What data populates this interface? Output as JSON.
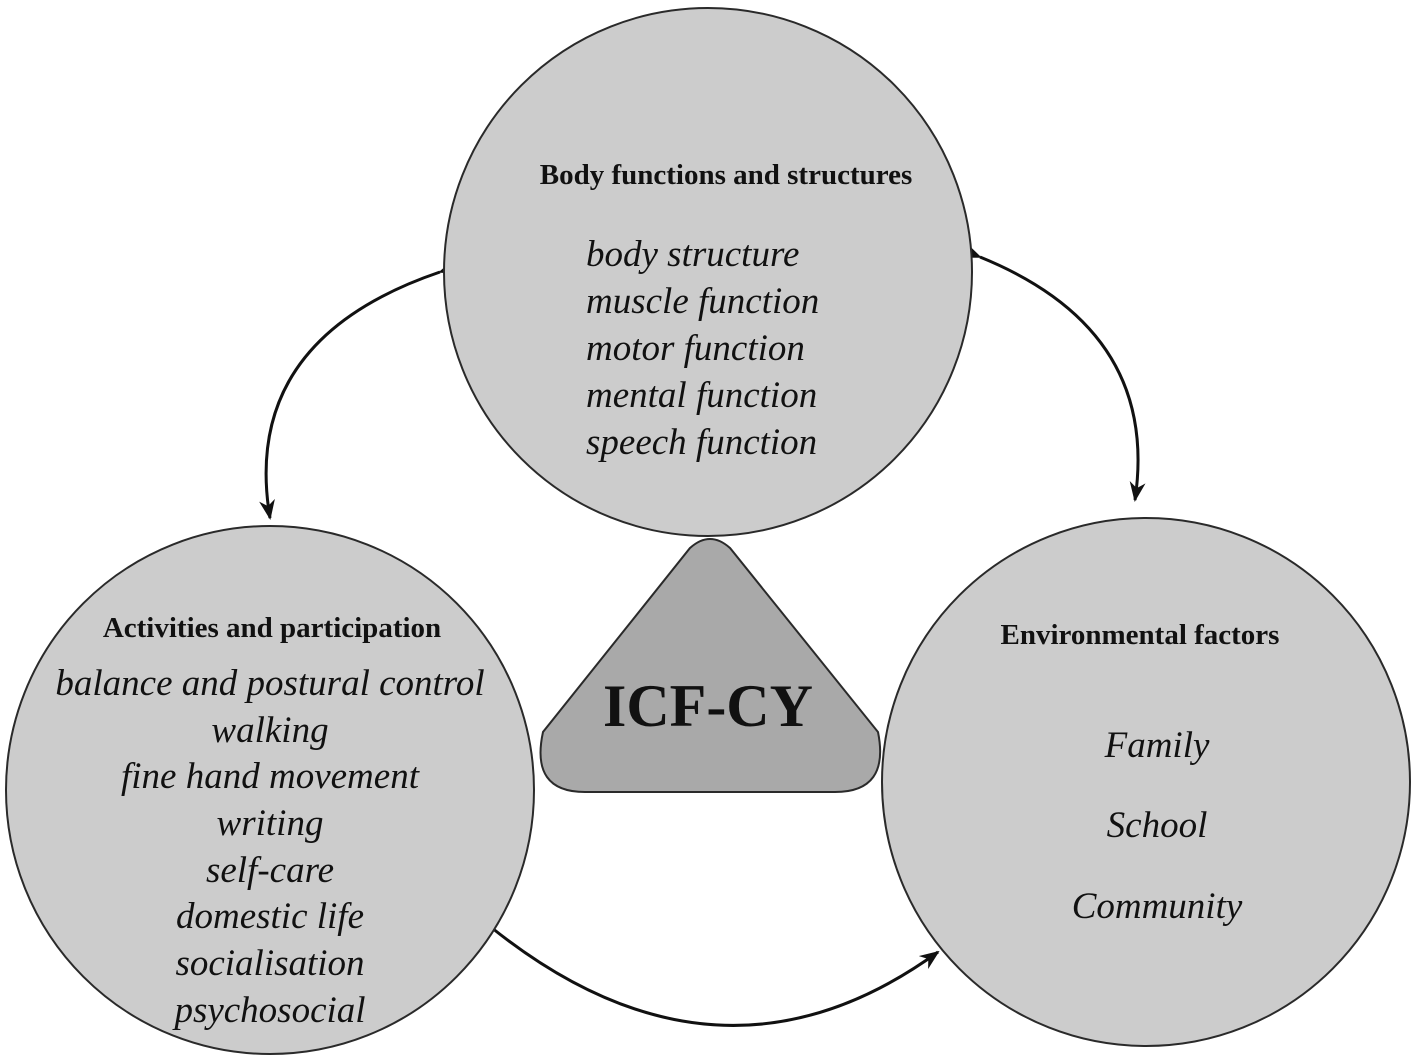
{
  "center": {
    "label": "ICF-CY"
  },
  "body_functions": {
    "heading": "Body functions and structures",
    "items": [
      "body structure",
      "muscle function",
      "motor function",
      "mental function",
      "speech function"
    ]
  },
  "activities": {
    "heading": "Activities and participation",
    "items": [
      "balance and postural control",
      "walking",
      "fine hand movement",
      "writing",
      "self-care",
      "domestic life",
      "socialisation",
      "psychosocial"
    ]
  },
  "environmental": {
    "heading": "Environmental factors",
    "items": [
      "Family",
      "School",
      "Community"
    ]
  }
}
